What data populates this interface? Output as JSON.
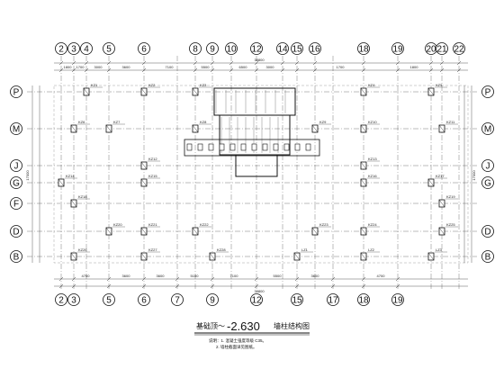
{
  "drawing": {
    "title_prefix": "基础顶～",
    "title_level": "-2.630",
    "title_suffix": "墙柱结构图",
    "notes": [
      "说明：1. 混凝土强度等级 C35。",
      "2. 墙柱截面详见图纸。"
    ]
  },
  "axes": {
    "top_columns": [
      "2",
      "3",
      "4",
      "5",
      "6",
      "8",
      "9",
      "10",
      "12",
      "14",
      "15",
      "16",
      "18",
      "19",
      "20",
      "21",
      "22"
    ],
    "bottom_columns": [
      "2",
      "3",
      "5",
      "6",
      "7",
      "9",
      "12",
      "15",
      "17",
      "18",
      "19"
    ],
    "left_rows": [
      "P",
      "M",
      "J",
      "G",
      "F",
      "D",
      "B"
    ],
    "right_rows": [
      "P",
      "M",
      "J",
      "G",
      "D",
      "B"
    ]
  },
  "dimensions": {
    "top_total": "38800",
    "bottom_total": "38800",
    "top_segments": [
      "1800",
      "1700",
      "3000",
      "3600",
      "7100",
      "5500",
      "6500",
      "3000",
      "1700",
      "1800"
    ],
    "bottom_segments": [
      "4700",
      "3600",
      "3600",
      "5100",
      "7100",
      "5500",
      "3600",
      "4700"
    ],
    "left_total": "17000",
    "right_total": "17000"
  },
  "column_labels": [
    "KZ1",
    "KZ2",
    "KZ3",
    "KZ4",
    "KZ5",
    "KZ6",
    "KZ7",
    "KZ8",
    "KZ9",
    "KZ10",
    "KZ11",
    "KZ12",
    "KZ13",
    "KZ14",
    "KZ15",
    "KZ16",
    "KZ17",
    "KZ18",
    "KZ19",
    "KZ20",
    "KZ21",
    "KZ22",
    "KZ23",
    "KZ24",
    "KZ25",
    "KZ26",
    "KZ27",
    "KZ28",
    "LZ1",
    "LZ2",
    "LZ3"
  ]
}
